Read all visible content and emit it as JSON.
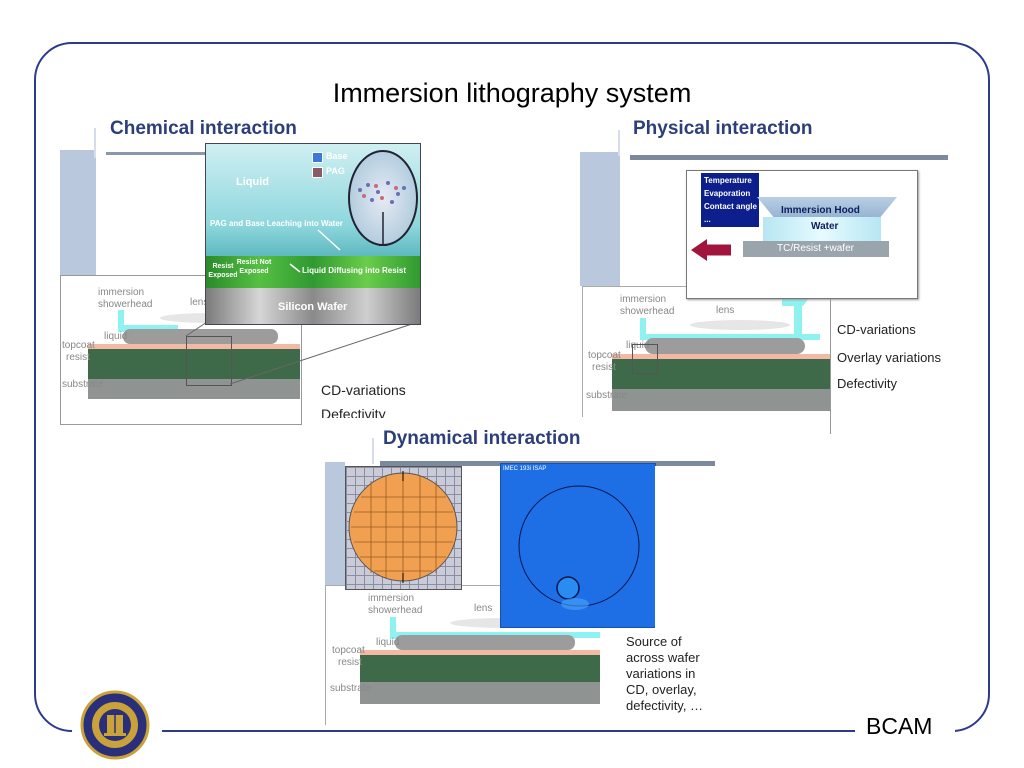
{
  "slide": {
    "title": "Immersion lithography system",
    "footer": "BCAM"
  },
  "chemical": {
    "title": "Chemical interaction",
    "inset": {
      "liquid": "Liquid",
      "legend_base": "Base",
      "legend_pag": "PAG",
      "leaching": "PAG and Base Leaching into Water",
      "resist_exposed": "Resist Exposed",
      "resist_not_exposed": "Resist Not Exposed",
      "diffusing": "Liquid Diffusing into Resist",
      "wafer": "Silicon Wafer"
    },
    "labels": {
      "immersion": "immersion",
      "showerhead": "showerhead",
      "lens": "lens",
      "liquid": "liquid",
      "topcoat": "topcoat",
      "resist": "resist",
      "substrate": "substrate"
    },
    "effects": [
      "CD-variations",
      "Defectivity"
    ]
  },
  "physical": {
    "title": "Physical interaction",
    "inset": {
      "params": [
        "Temperature",
        "Evaporation",
        "Contact angle",
        "..."
      ],
      "hood": "Immersion Hood",
      "water": "Water",
      "stack": "TC/Resist +wafer"
    },
    "labels": {
      "immersion": "immersion",
      "showerhead": "showerhead",
      "lens": "lens",
      "liquid": "liquid",
      "topcoat": "topcoat",
      "resist": "resist",
      "substrate": "substrate"
    },
    "effects": [
      "CD-variations",
      "Overlay variations",
      "Defectivity"
    ]
  },
  "dynamical": {
    "title": "Dynamical interaction",
    "map_label": "IMEC 193i ISAP",
    "labels": {
      "immersion": "immersion",
      "showerhead": "showerhead",
      "lens": "lens",
      "liquid": "liquid",
      "topcoat": "topcoat",
      "resist": "resist",
      "substrate": "substrate"
    },
    "effects": [
      "Source of",
      "across wafer",
      "variations in",
      "CD, overlay,",
      "defectivity, …"
    ]
  },
  "colors": {
    "border": "#2e3a8c",
    "title_blue": "#2c3f7a",
    "resist_green": "#3e6a4a",
    "topcoat_pink": "#f4b9a4",
    "substrate_gray": "#8f9492",
    "liquid_cyan": "#8ef2f2",
    "map_blue": "#1e6ee6",
    "die_orange": "#f0a050"
  },
  "logo": {
    "icon": "university-seal-icon"
  }
}
